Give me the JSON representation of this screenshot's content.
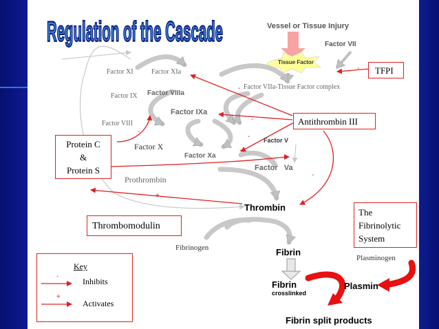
{
  "title": "Regulation of the Cascade",
  "labels": {
    "vessel_injury": "Vessel or Tissue Injury",
    "factor_vii": "Factor VII",
    "tissue_factor": "Tissue Factor",
    "factor_xi": "Factor XI",
    "factor_xia": "Factor XIa",
    "factor_viia_tf": "Factor VIIa-Tissue Factor complex",
    "factor_ix": "Factor IX",
    "factor_viiia": "Factor VIIIa",
    "factor_ixa": "Factor IXa",
    "factor_viii": "Factor VIII",
    "factor_x": "Factor X",
    "factor_v": "Factor V",
    "factor_xa": "Factor Xa",
    "factor_va": "Factor   Va",
    "prothrombin": "Prothrombin",
    "thrombin": "Thrombin",
    "fibrinogen": "Fibrinogen",
    "fibrin": "Fibrin",
    "fibrin_crosslinked_1": "Fibrin",
    "fibrin_crosslinked_2": "crosslinked",
    "plasminogen": "Plasminogen",
    "plasmin": "Plasmin",
    "fibrin_split": "Fibrin split products"
  },
  "boxes": {
    "tfpi": "TFPI",
    "antithrombin": "Antithrombin III",
    "protein_c_1": "Protein C",
    "protein_c_2": "&",
    "protein_c_3": "Protein S",
    "thrombomodulin": "Thrombomodulin",
    "fibrinolytic_1": "The",
    "fibrinolytic_2": "Fibrinolytic",
    "fibrinolytic_3": "System"
  },
  "signs": {
    "minus": "-",
    "plus": "+"
  },
  "key": {
    "title": "Key",
    "inhibits_sign": "-",
    "inhibits": "Inhibits",
    "activates_sign": "+",
    "activates": "Activates"
  },
  "colors": {
    "inhibit_arrow": "#e02020",
    "flow_arrow": "#c8c8c8",
    "title_fill": "#3a7fd5",
    "injury_arrow": "#f7a3a3",
    "tissue_factor_star": "#ffff99"
  }
}
